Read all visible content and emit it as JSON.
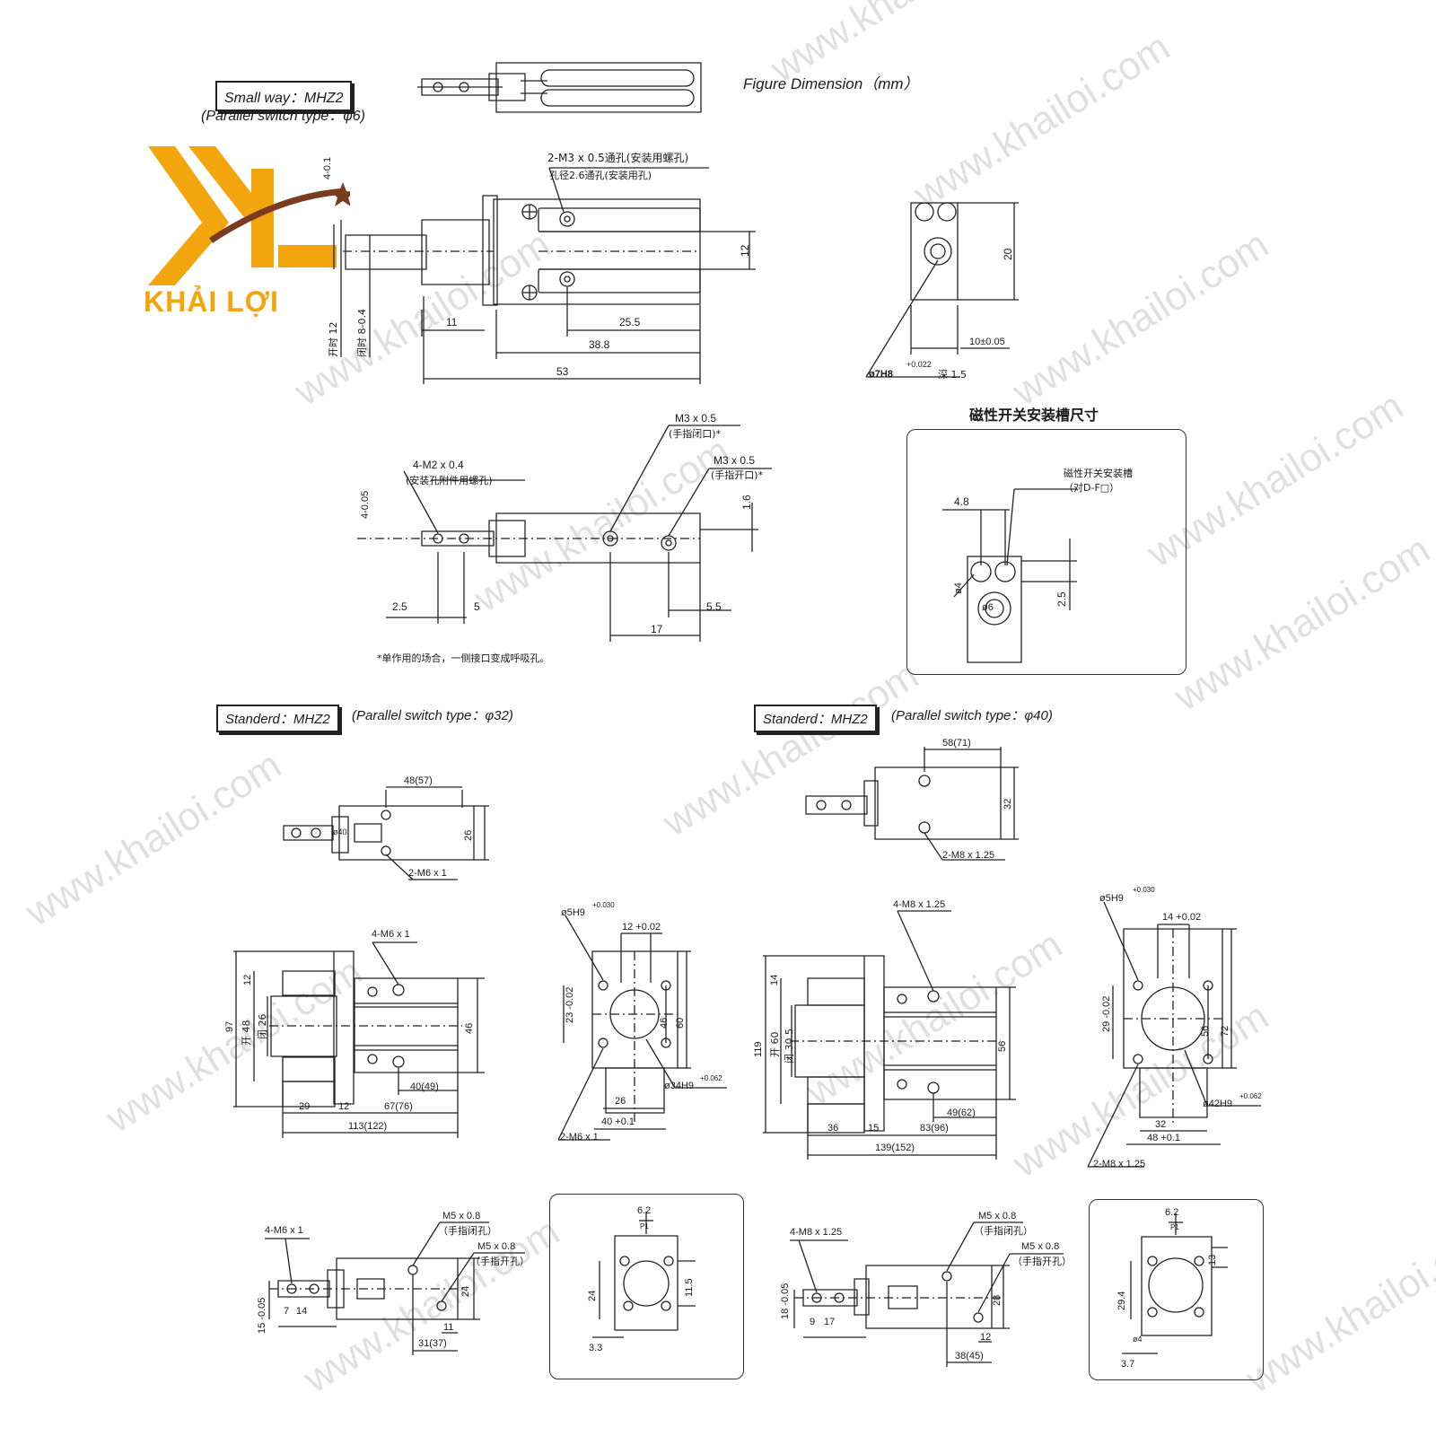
{
  "brand": {
    "name": "KHẢI LỢI",
    "color_primary": "#f2a50c",
    "color_accent": "#7a3b1e"
  },
  "watermark": {
    "text": "www.khailoi.com",
    "color": "#c8c8c8"
  },
  "header": {
    "small_label": "Small way：MHZ2",
    "small_sub": "(Parallel switch type：φ6)",
    "figure_title": "Figure Dimension（mm）"
  },
  "small": {
    "main": {
      "note_top": "2-M3 x 0.5通孔(安装用螺孔)",
      "note_top2": "孔径2.6通孔(安装用孔)",
      "dim_11": "11",
      "dim_25_5": "25.5",
      "dim_38_8": "38.8",
      "dim_53": "53",
      "dim_12": "12",
      "left_tol": "4-0.1",
      "open_label": "开时 12",
      "close_label": "闭时 8-0.4"
    },
    "side": {
      "dim_20": "20",
      "dim_10": "10±0.05",
      "hole": "ø7H8",
      "hole_tol": "+0.022",
      "depth": "深 1.5"
    },
    "bottom": {
      "m3_a": "M3 x 0.5",
      "m3_a_cn": "(手指闭口)*",
      "m3_b": "M3 x 0.5",
      "m3_b_cn": "(手指开口)*",
      "m2": "4-M2 x 0.4",
      "m2_cn": "(安装孔附件用螺孔)",
      "tol_left": "4-0.05",
      "dim_2_5": "2.5",
      "dim_5": "5",
      "dim_1_6": "1.6",
      "dim_5_5": "5.5",
      "dim_17": "17",
      "note": "*单作用的场合，一侧接口变成呼吸孔。"
    },
    "switch_panel": {
      "title": "磁性开关安装槽尺寸",
      "label": "磁性开关安装槽",
      "label2": "（对D-F□）",
      "dim_4_8": "4.8",
      "dim_phi4": "ø4",
      "dim_2_5": "2.5",
      "phi": "ø6"
    }
  },
  "std32": {
    "label": "Standerd：MHZ2",
    "sub": "(Parallel switch type：φ32)",
    "top": {
      "dim_48": "48(57)",
      "dim_26": "26",
      "m6": "2-M6 x 1",
      "phi": "ø40"
    },
    "main": {
      "m6": "4-M6 x 1",
      "dim_97": "97",
      "dim_open": "开 48",
      "dim_close": "闭 26",
      "dim_12": "12",
      "dim_46": "46",
      "dim_29": "29",
      "dim_12b": "12",
      "dim_40": "40(49)",
      "dim_67": "67(76)",
      "dim_113": "113(122)"
    },
    "side": {
      "hole": "ø5H9",
      "tol": "+0.030",
      "dim_12": "12 +0.02",
      "dim_23": "23 -0.02",
      "dim_46": "46",
      "dim_60": "60",
      "bore": "ø34H9",
      "bore_tol": "+0.062",
      "dim_26": "26",
      "dim_40": "40 +0.1",
      "m6": "2-M6 x 1"
    },
    "bottom": {
      "m6": "4-M6 x 1",
      "m5a": "M5 x 0.8",
      "m5a_cn": "（手指闭孔）",
      "m5b": "M5 x 0.8",
      "m5b_cn": "（手指开孔）",
      "dim_24": "24",
      "dim_15": "15 -0.05",
      "dim_7": "7",
      "dim_14": "14",
      "dim_11": "11",
      "dim_31": "31(37)"
    },
    "panel": {
      "dim_6_2": "6.2",
      "dim_11_5": "11.5",
      "dim_24": "24",
      "dim_3_3": "3.3",
      "p": "P1"
    }
  },
  "std40": {
    "label": "Standerd：MHZ2",
    "sub": "(Parallel switch type：φ40)",
    "top": {
      "dim_58": "58(71)",
      "dim_32": "32",
      "m8": "2-M8 x 1.25"
    },
    "main": {
      "m8": "4-M8 x 1.25",
      "dim_119": "119",
      "dim_open": "开 60",
      "dim_close": "闭 30.5",
      "dim_14": "14",
      "dim_56": "56",
      "dim_36": "36",
      "dim_15": "15",
      "dim_49": "49(62)",
      "dim_83": "83(96)",
      "dim_139": "139(152)"
    },
    "side": {
      "hole": "ø5H9",
      "tol": "+0.030",
      "dim_14": "14 +0.02",
      "dim_29": "29 -0.02",
      "dim_56": "56",
      "dim_72": "72",
      "bore": "ø42H9",
      "bore_tol": "+0.062",
      "dim_32": "32",
      "dim_48": "48 +0.1",
      "m8": "2-M8 x 1.25"
    },
    "bottom": {
      "m8": "4-M8 x 1.25",
      "m5a": "M5 x 0.8",
      "m5a_cn": "（手指闭孔）",
      "m5b": "M5 x 0.8",
      "m5b_cn": "（手指开孔）",
      "dim_28": "28",
      "dim_18": "18 -0.05",
      "dim_9": "9",
      "dim_17": "17",
      "dim_12": "12",
      "dim_38": "38(45)"
    },
    "panel": {
      "dim_6_2": "6.2",
      "dim_13": "13",
      "dim_29_4": "29.4",
      "dim_3_7": "3.7",
      "p": "P1",
      "phi": "ø4"
    }
  }
}
